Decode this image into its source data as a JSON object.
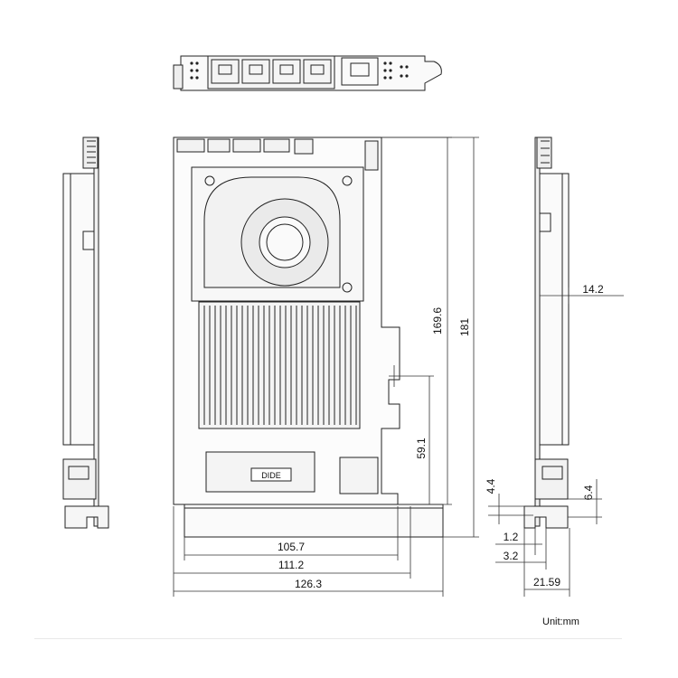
{
  "dimensions": {
    "height_total": "181",
    "height_pcb": "169.6",
    "slot_height": "59.1",
    "width_bracket_edge": "105.7",
    "width_pcb": "111.2",
    "width_total": "126.3",
    "thickness_heatsink": "14.2",
    "side_offset_a": "4.4",
    "side_offset_b": "6.4",
    "side_gap_a": "1.2",
    "side_gap_b": "3.2",
    "side_depth": "21.59"
  },
  "unit_label": "Unit:mm",
  "chip_marking": "DIDE"
}
